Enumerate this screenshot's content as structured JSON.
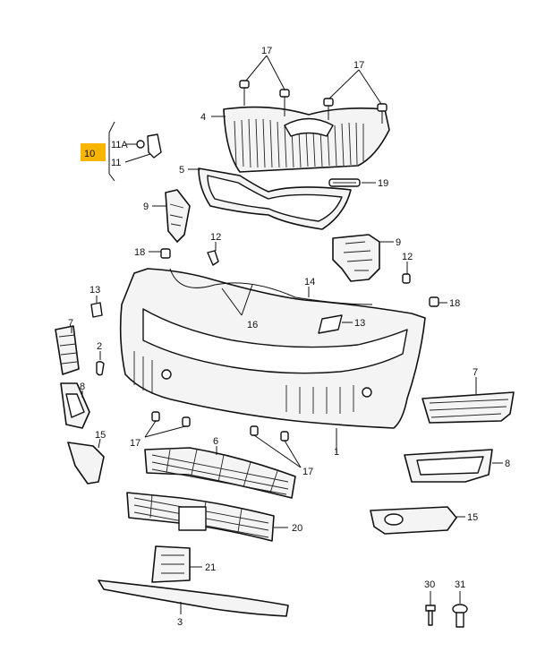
{
  "diagram": {
    "highlight_color": "#f7b500",
    "labels": [
      {
        "id": "lbl-17a",
        "text": "17"
      },
      {
        "id": "lbl-17b",
        "text": "17"
      },
      {
        "id": "lbl-4",
        "text": "4"
      },
      {
        "id": "lbl-10",
        "text": "10"
      },
      {
        "id": "lbl-11a",
        "text": "11A"
      },
      {
        "id": "lbl-11",
        "text": "11"
      },
      {
        "id": "lbl-5",
        "text": "5"
      },
      {
        "id": "lbl-19",
        "text": "19"
      },
      {
        "id": "lbl-9a",
        "text": "9"
      },
      {
        "id": "lbl-9b",
        "text": "9"
      },
      {
        "id": "lbl-12a",
        "text": "12"
      },
      {
        "id": "lbl-12b",
        "text": "12"
      },
      {
        "id": "lbl-18a",
        "text": "18"
      },
      {
        "id": "lbl-18b",
        "text": "18"
      },
      {
        "id": "lbl-14",
        "text": "14"
      },
      {
        "id": "lbl-13a",
        "text": "13"
      },
      {
        "id": "lbl-13b",
        "text": "13"
      },
      {
        "id": "lbl-16",
        "text": "16"
      },
      {
        "id": "lbl-7a",
        "text": "7"
      },
      {
        "id": "lbl-7b",
        "text": "7"
      },
      {
        "id": "lbl-2",
        "text": "2"
      },
      {
        "id": "lbl-8a",
        "text": "8"
      },
      {
        "id": "lbl-8b",
        "text": "8"
      },
      {
        "id": "lbl-1",
        "text": "1"
      },
      {
        "id": "lbl-15a",
        "text": "15"
      },
      {
        "id": "lbl-15b",
        "text": "15"
      },
      {
        "id": "lbl-17c",
        "text": "17"
      },
      {
        "id": "lbl-17d",
        "text": "17"
      },
      {
        "id": "lbl-6",
        "text": "6"
      },
      {
        "id": "lbl-20",
        "text": "20"
      },
      {
        "id": "lbl-21",
        "text": "21"
      },
      {
        "id": "lbl-3",
        "text": "3"
      },
      {
        "id": "lbl-30",
        "text": "30"
      },
      {
        "id": "lbl-31",
        "text": "31"
      }
    ]
  }
}
